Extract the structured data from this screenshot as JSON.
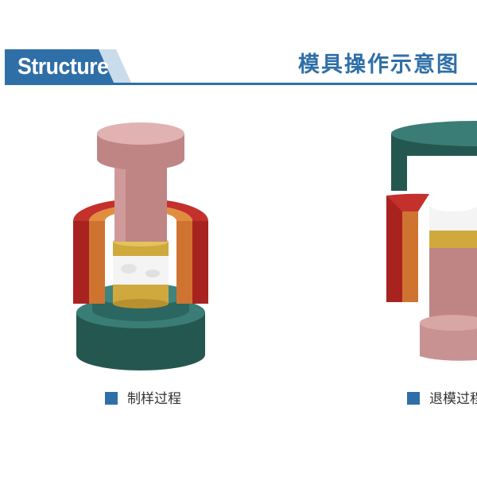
{
  "header": {
    "title": "Structure",
    "subtitle": "模具操作示意图"
  },
  "figures": [
    {
      "caption": "制样过程"
    },
    {
      "caption": "退模过程"
    }
  ],
  "colors": {
    "accent": "#2f6fa8",
    "tab_light": "#c9dcec",
    "punch": "#c98d8d",
    "outer_ring": "#b52a2a",
    "inner_sleeve": "#d98a3a",
    "spacer": "#d9b54a",
    "sample": "#f2f2f2",
    "base": "#2f6b66"
  }
}
